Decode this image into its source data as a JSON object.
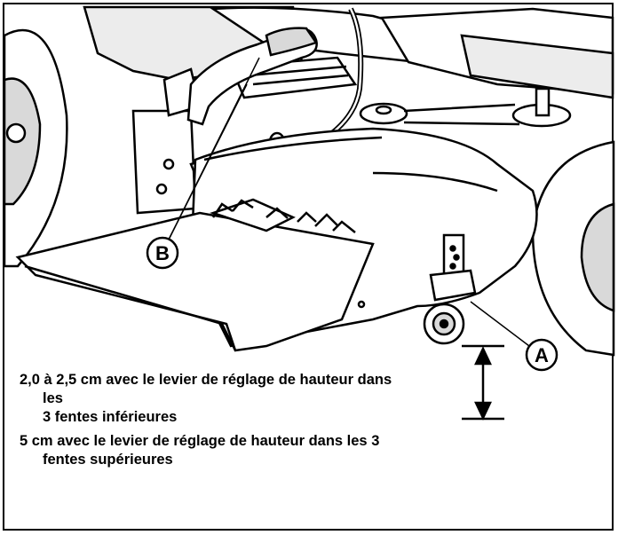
{
  "callouts": {
    "a": "A",
    "b": "B"
  },
  "caption": {
    "line1_main": "2,0 à 2,5 cm avec le levier de réglage de hauteur dans",
    "line1_cont": "les",
    "line1_end": "3 fentes inférieures",
    "line2_main": "5 cm avec le levier de réglage de hauteur dans les 3",
    "line2_end": "fentes supérieures"
  },
  "colors": {
    "ink": "#000000",
    "paper": "#ffffff",
    "shade": "#d9d9d9"
  }
}
